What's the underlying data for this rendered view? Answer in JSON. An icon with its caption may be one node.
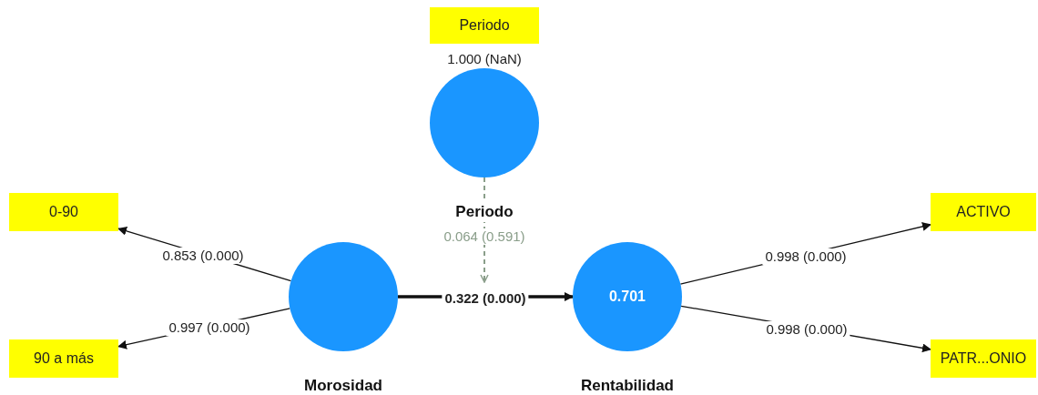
{
  "diagram": {
    "nodes": [
      {
        "text": [
          "Periodo"
        ]
      },
      {
        "text": [
          "Periodo"
        ]
      },
      {
        "text": [
          "0-90"
        ]
      },
      {
        "text": [
          "90 a más"
        ]
      },
      {
        "text": [
          "Morosidad"
        ]
      },
      {
        "text": [
          "0.701",
          "Rentabilidad"
        ]
      },
      {
        "text": [
          "ACTIVO"
        ]
      },
      {
        "text": [
          "PATR...ONIO"
        ]
      }
    ],
    "edges": [
      {
        "from": 4,
        "to": 2,
        "arrow": "to",
        "label": "0.853 (0.000)"
      },
      {
        "from": 4,
        "to": 3,
        "arrow": "to",
        "label": "0.997 (0.000)"
      },
      {
        "from": 4,
        "to": 5,
        "arrow": "to",
        "label": "0.322 (0.000)",
        "style": "thick"
      },
      {
        "from": 1,
        "to": null,
        "arrow": "to",
        "label": "0.064 (0.591)",
        "style": "dashed",
        "color": "#8a9e8a"
      },
      {
        "from": 5,
        "to": 6,
        "arrow": "to",
        "label": "0.998 (0.000)"
      },
      {
        "from": 5,
        "to": 7,
        "arrow": "to",
        "label": "0.998 (0.000)"
      }
    ],
    "labels": [
      "1.000 (NaN)"
    ]
  }
}
